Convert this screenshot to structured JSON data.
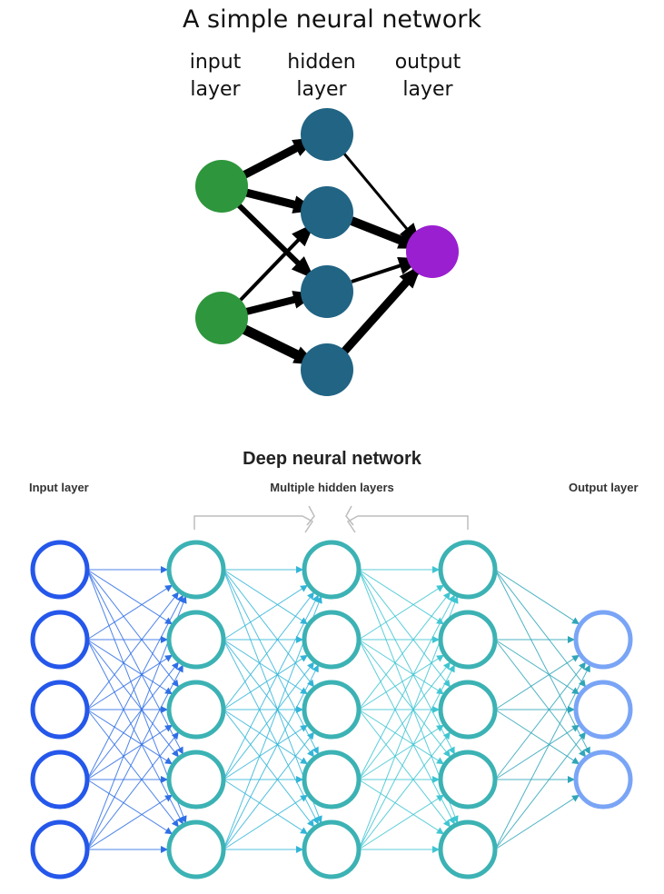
{
  "diagram_top": {
    "title": "A simple neural network",
    "input_label": "input\nlayer",
    "hidden_label": "hidden\nlayer",
    "output_label": "output\nlayer",
    "colors": {
      "input": "#2e963c",
      "hidden": "#216484",
      "output": "#9a1fd0",
      "edge": "#000000"
    }
  },
  "diagram_bottom": {
    "title": "Deep neural network",
    "input_label": "Input layer",
    "hidden_label": "Multiple hidden layers",
    "output_label": "Output layer",
    "colors": {
      "input": "#2557ea",
      "hidden": "#3cb2b4",
      "output": "#7aa5f6",
      "bracket": "#bdbdbd"
    }
  }
}
